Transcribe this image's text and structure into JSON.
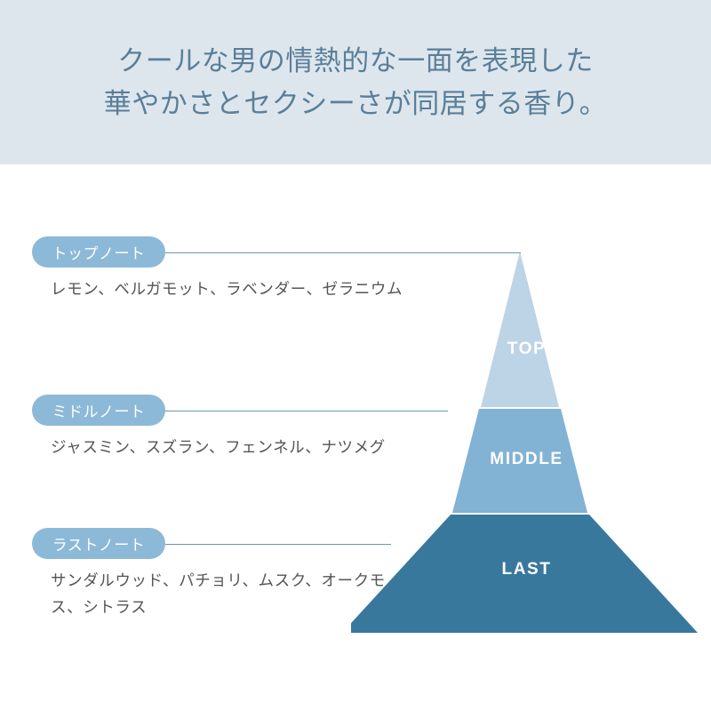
{
  "header": {
    "line1": "クールな男の情熱的な一面を表現した",
    "line2": "華やかさとセクシーさが同居する香り。",
    "background_color": "#dee6ed",
    "text_color": "#5a7f99"
  },
  "chart_data": {
    "type": "pyramid",
    "title": "Fragrance Note Pyramid",
    "bands": [
      {
        "key": "top",
        "band_label": "TOP",
        "pill_label": "トップノート",
        "ingredients": "レモン、ベルガモット、ラベンダー、ゼラニウム",
        "color": "#bcd4e6"
      },
      {
        "key": "middle",
        "band_label": "MIDDLE",
        "pill_label": "ミドルノート",
        "ingredients": "ジャスミン、スズラン、フェンネル、ナツメグ",
        "color": "#82b2d4"
      },
      {
        "key": "last",
        "band_label": "LAST",
        "pill_label": "ラストノート",
        "ingredients": "サンダルウッド、パチョリ、ムスク、オークモス、シトラス",
        "color": "#39789d"
      }
    ],
    "pill_color": "#8cb9d7",
    "pill_text_color": "#ffffff",
    "connector_color": "#6d97af",
    "ingredient_text_color": "#555555",
    "band_label_color": "#ffffff",
    "background": "#ffffff"
  }
}
